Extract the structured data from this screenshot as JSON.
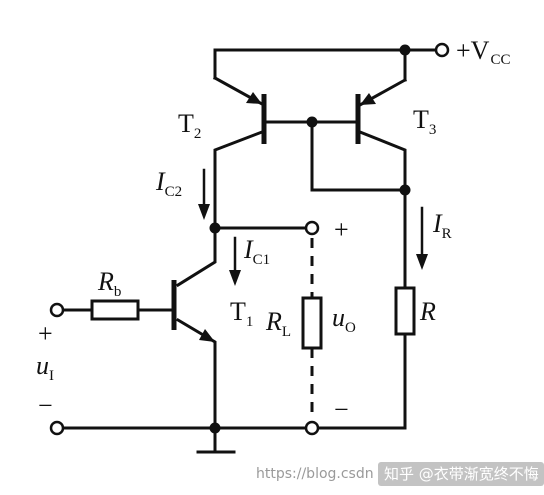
{
  "labels": {
    "vcc": "+V",
    "vcc_sub": "CC",
    "t2": "T",
    "t2_sub": "2",
    "t3": "T",
    "t3_sub": "3",
    "t1": "T",
    "t1_sub": "1",
    "ic2": "I",
    "ic2_sub": "C2",
    "ic1": "I",
    "ic1_sub": "C1",
    "ir": "I",
    "ir_sub": "R",
    "rb": "R",
    "rb_sub": "b",
    "rl": "R",
    "rl_sub": "L",
    "r": "R",
    "uo": "u",
    "uo_sub": "O",
    "ui": "u",
    "ui_sub": "I",
    "plus_out": "+",
    "minus_out": "−",
    "plus_in": "+",
    "minus_in": "−"
  },
  "watermark": {
    "url": "https://blog.csdn",
    "brand": "知乎 @衣带渐宽终不悔"
  }
}
